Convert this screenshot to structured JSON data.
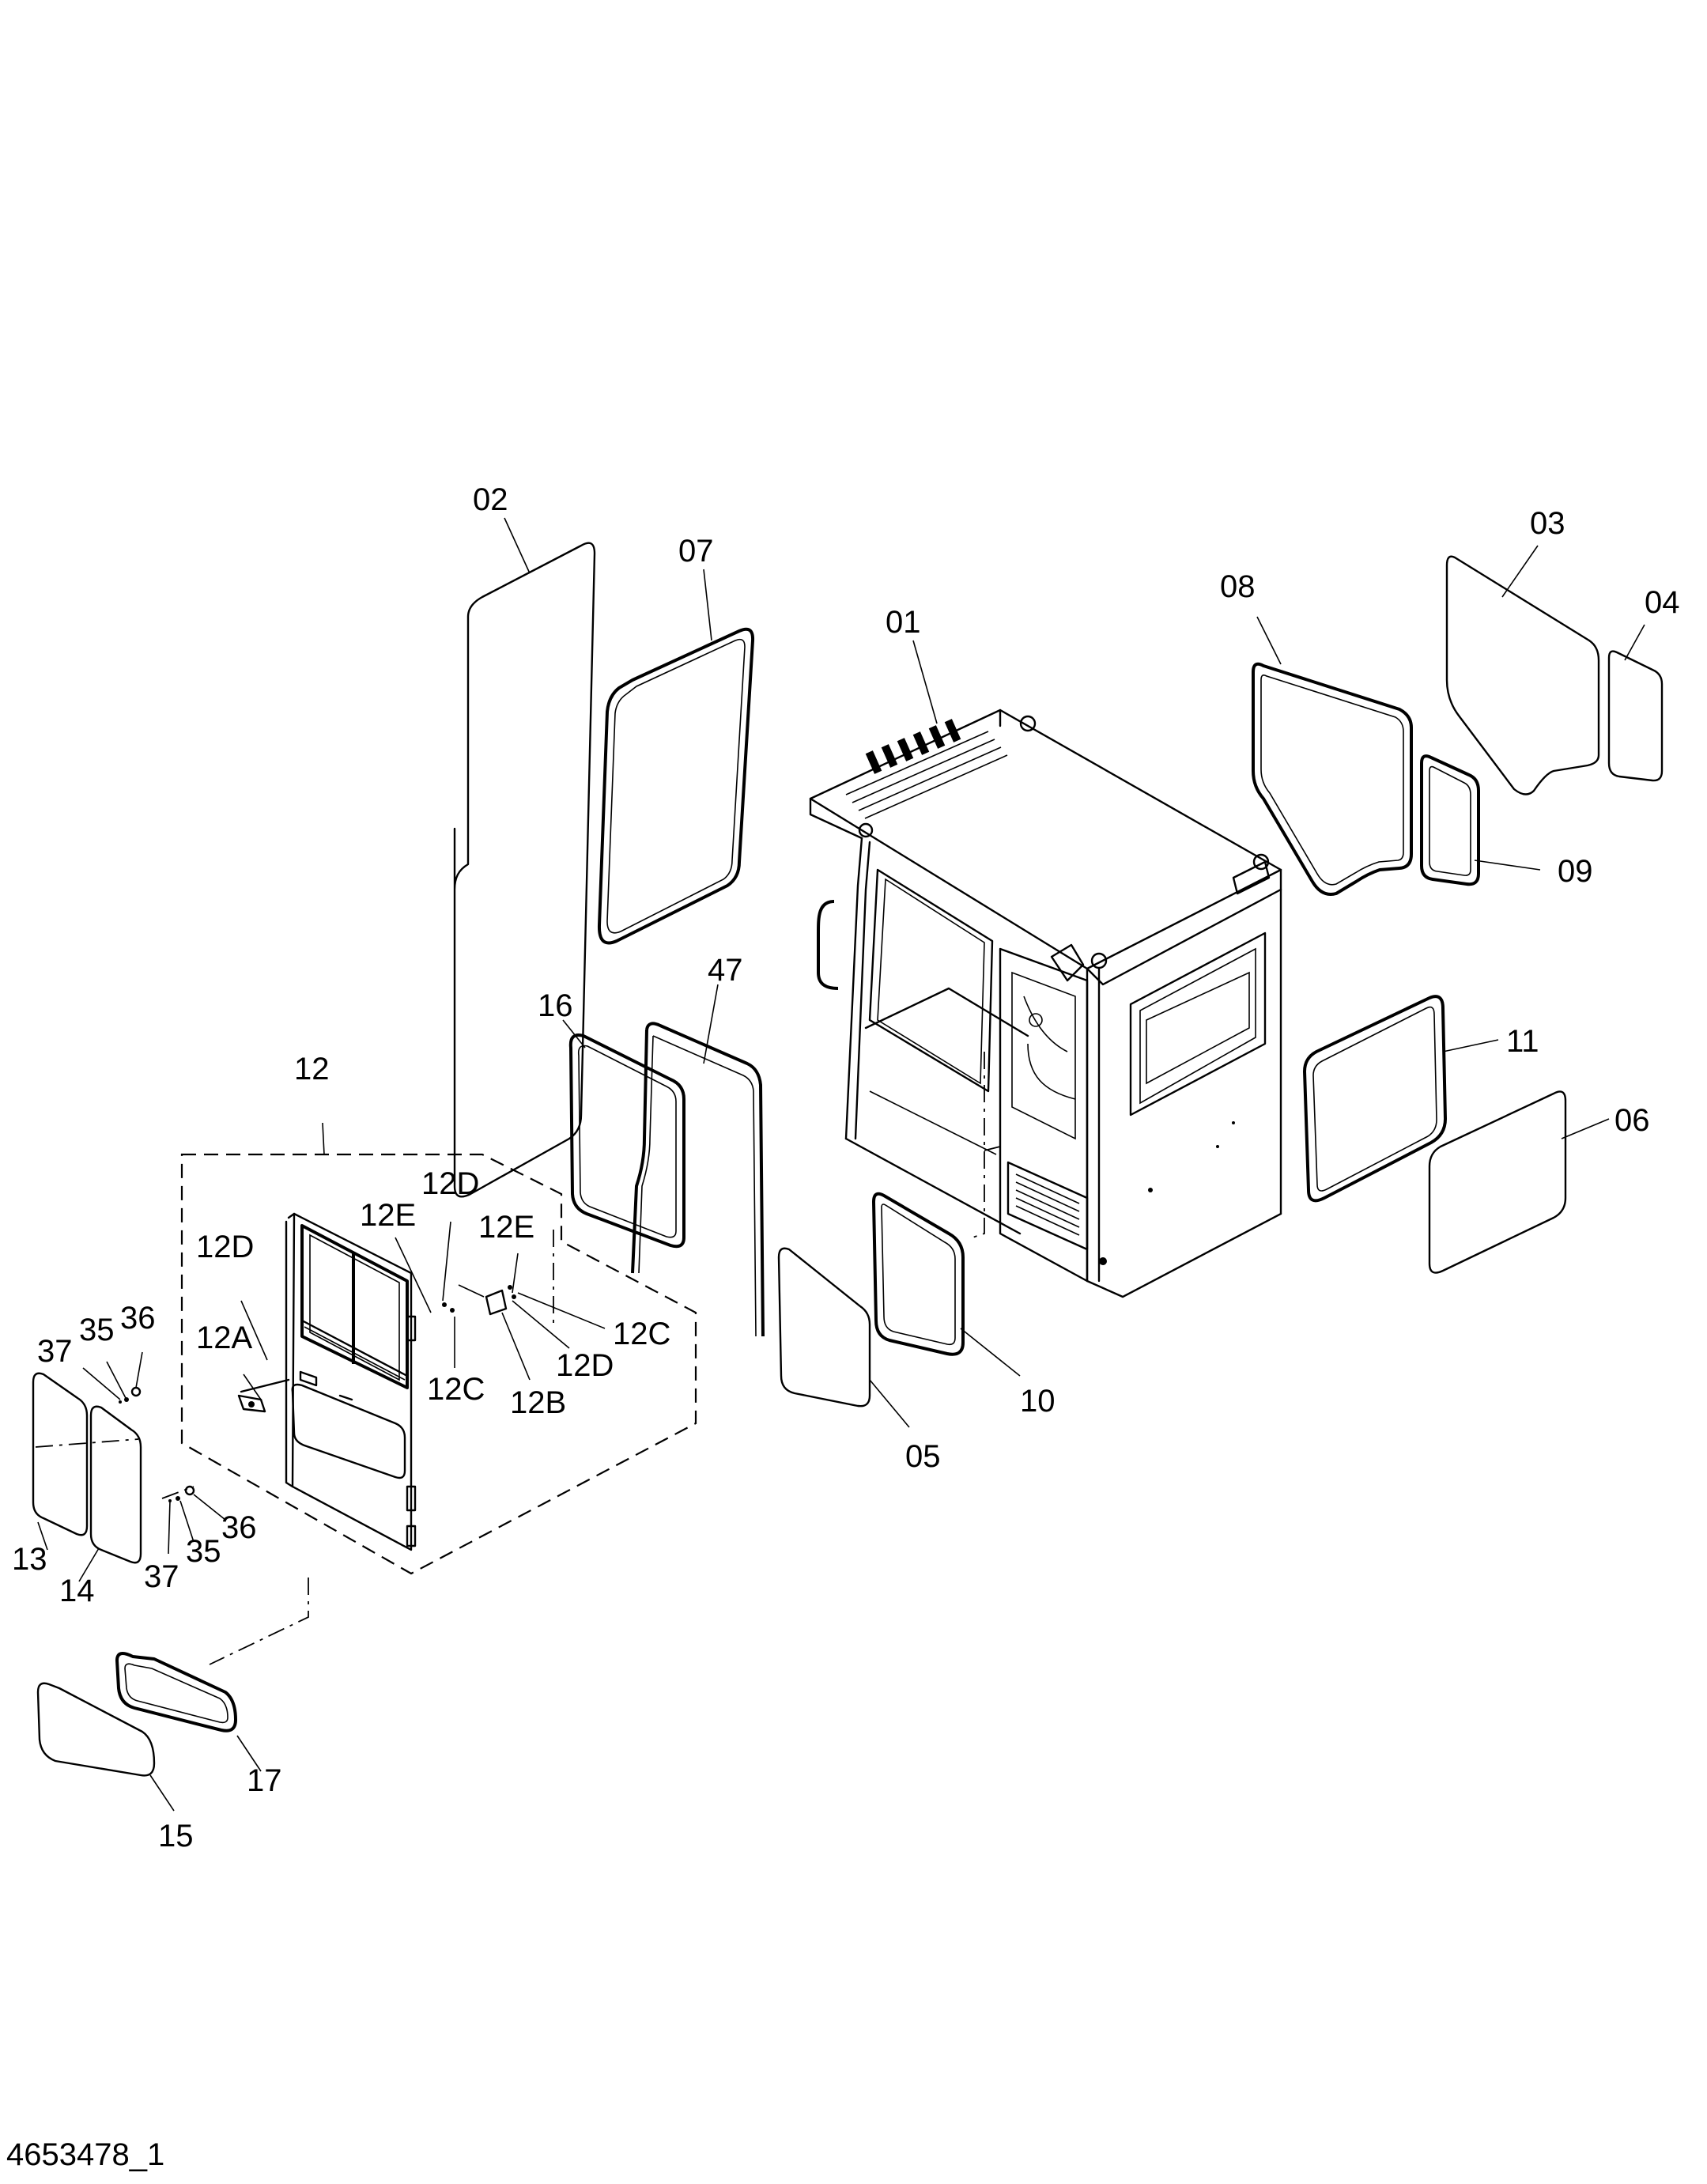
{
  "drawing_id": "4653478_1",
  "callouts": {
    "c01": "01",
    "c02": "02",
    "c03": "03",
    "c04": "04",
    "c05": "05",
    "c06": "06",
    "c07": "07",
    "c08": "08",
    "c09": "09",
    "c10": "10",
    "c11": "11",
    "c12": "12",
    "c12A": "12A",
    "c12B": "12B",
    "c12C_a": "12C",
    "c12C_b": "12C",
    "c12D_a": "12D",
    "c12D_b": "12D",
    "c12D_c": "12D",
    "c12E_a": "12E",
    "c12E_b": "12E",
    "c13": "13",
    "c14": "14",
    "c15": "15",
    "c16": "16",
    "c17": "17",
    "c35_a": "35",
    "c35_b": "35",
    "c36_a": "36",
    "c36_b": "36",
    "c37_a": "37",
    "c37_b": "37",
    "c47": "47"
  }
}
